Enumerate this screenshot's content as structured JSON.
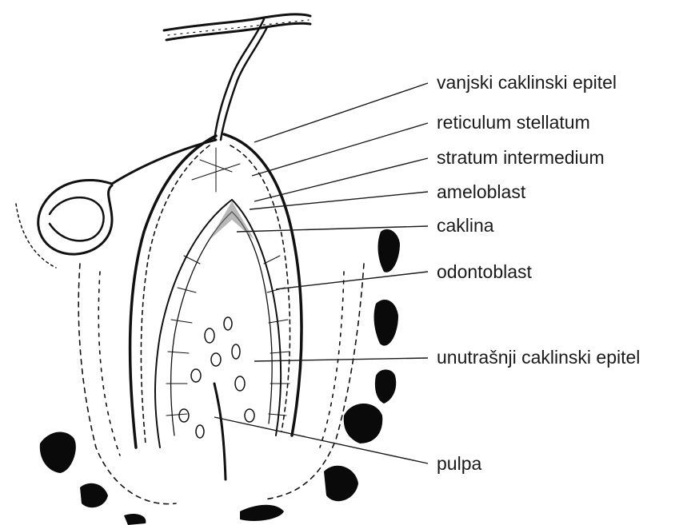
{
  "labels": {
    "outer_enamel_epithelium": "vanjski caklinski epitel",
    "stellate_reticulum": "reticulum stellatum",
    "stratum_intermedium": "stratum intermedium",
    "ameloblast": "ameloblast",
    "enamel": "caklina",
    "odontoblast": "odontoblast",
    "inner_enamel_epithelium": "unutrašnji caklinski epitel",
    "pulp": "pulpa"
  },
  "colors": {
    "ink": "#111111",
    "background": "#ffffff"
  }
}
